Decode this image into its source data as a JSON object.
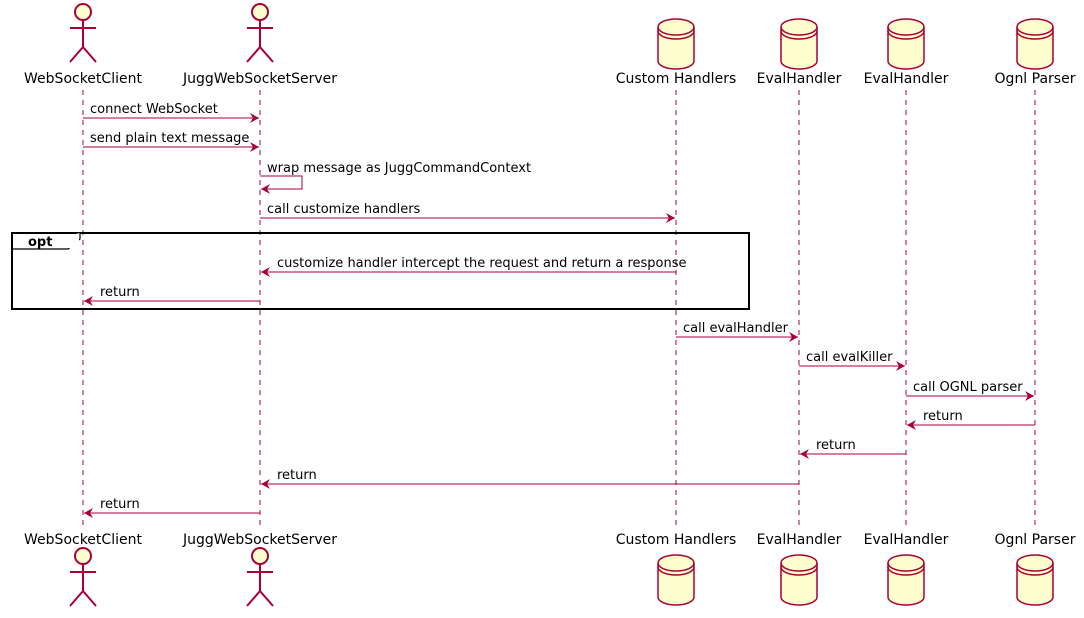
{
  "participants": [
    {
      "id": "wsclient",
      "label": "WebSocketClient",
      "kind": "actor"
    },
    {
      "id": "wsserver",
      "label": "JuggWebSocketServer",
      "kind": "actor"
    },
    {
      "id": "custom",
      "label": "Custom Handlers",
      "kind": "database"
    },
    {
      "id": "eval1",
      "label": "EvalHandler",
      "kind": "database"
    },
    {
      "id": "eval2",
      "label": "EvalHandler",
      "kind": "database"
    },
    {
      "id": "ognl",
      "label": "Ognl Parser",
      "kind": "database"
    }
  ],
  "messages": [
    {
      "from": "wsclient",
      "to": "wsserver",
      "label": "connect WebSocket"
    },
    {
      "from": "wsclient",
      "to": "wsserver",
      "label": "send plain text message"
    },
    {
      "from": "wsserver",
      "to": "wsserver",
      "label": "wrap message as JuggCommandContext"
    },
    {
      "from": "wsserver",
      "to": "custom",
      "label": "call customize handlers"
    },
    {
      "from": "custom",
      "to": "wsserver",
      "label": "customize handler intercept the request and return a response"
    },
    {
      "from": "wsserver",
      "to": "wsclient",
      "label": "return"
    },
    {
      "from": "custom",
      "to": "eval1",
      "label": "call evalHandler"
    },
    {
      "from": "eval1",
      "to": "eval2",
      "label": "call evalKiller"
    },
    {
      "from": "eval2",
      "to": "ognl",
      "label": "call OGNL parser"
    },
    {
      "from": "ognl",
      "to": "eval2",
      "label": "return"
    },
    {
      "from": "eval2",
      "to": "eval1",
      "label": "return"
    },
    {
      "from": "eval1",
      "to": "wsserver",
      "label": "return"
    },
    {
      "from": "wsserver",
      "to": "wsclient",
      "label": "return"
    }
  ],
  "fragments": [
    {
      "label": "opt"
    }
  ],
  "colors": {
    "line": "#a80036",
    "participant_fill": "#fefece",
    "frame": "#000000"
  }
}
